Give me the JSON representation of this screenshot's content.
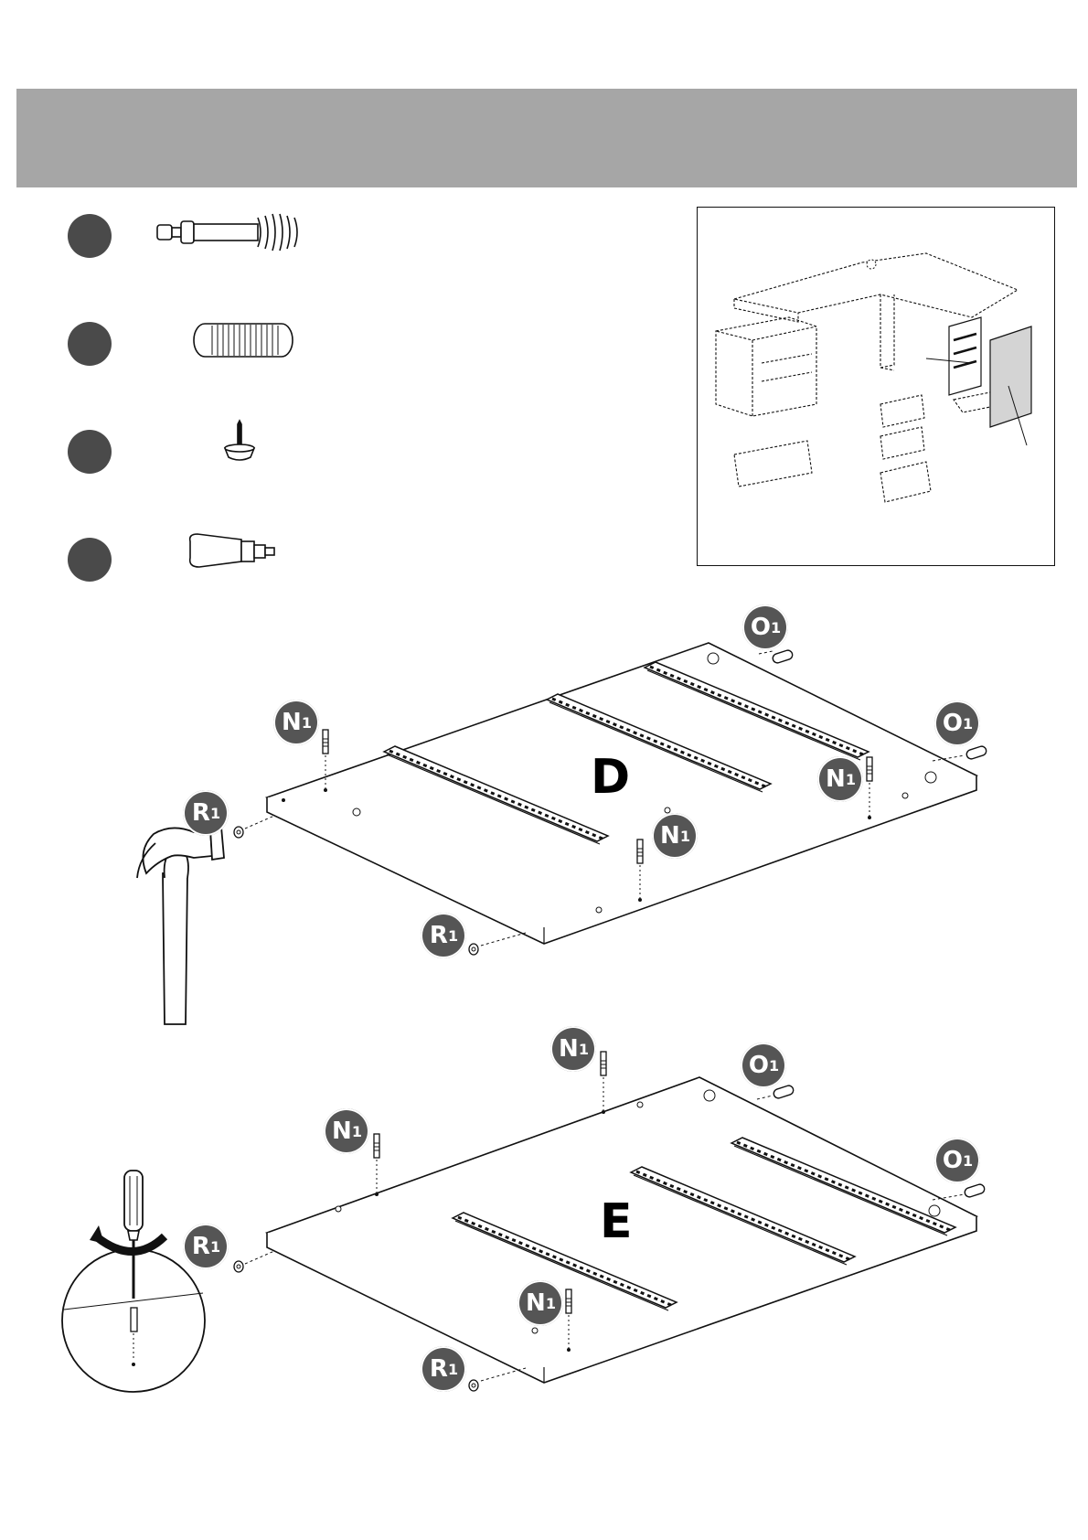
{
  "colors": {
    "header": "#a6a6a6",
    "badge": "#555555",
    "line": "#111111"
  },
  "legend": [
    {
      "icon": "cam-bolt-icon"
    },
    {
      "icon": "wood-dowel-icon"
    },
    {
      "icon": "nail-glide-icon"
    },
    {
      "icon": "plastic-plug-icon"
    }
  ],
  "panels": {
    "upper": "D",
    "lower": "E"
  },
  "labels": {
    "n1": "N",
    "o1": "O",
    "r1": "R",
    "sub": "1"
  },
  "tools": {
    "upper": "hammer-icon",
    "lower": "screwdriver-icon"
  }
}
